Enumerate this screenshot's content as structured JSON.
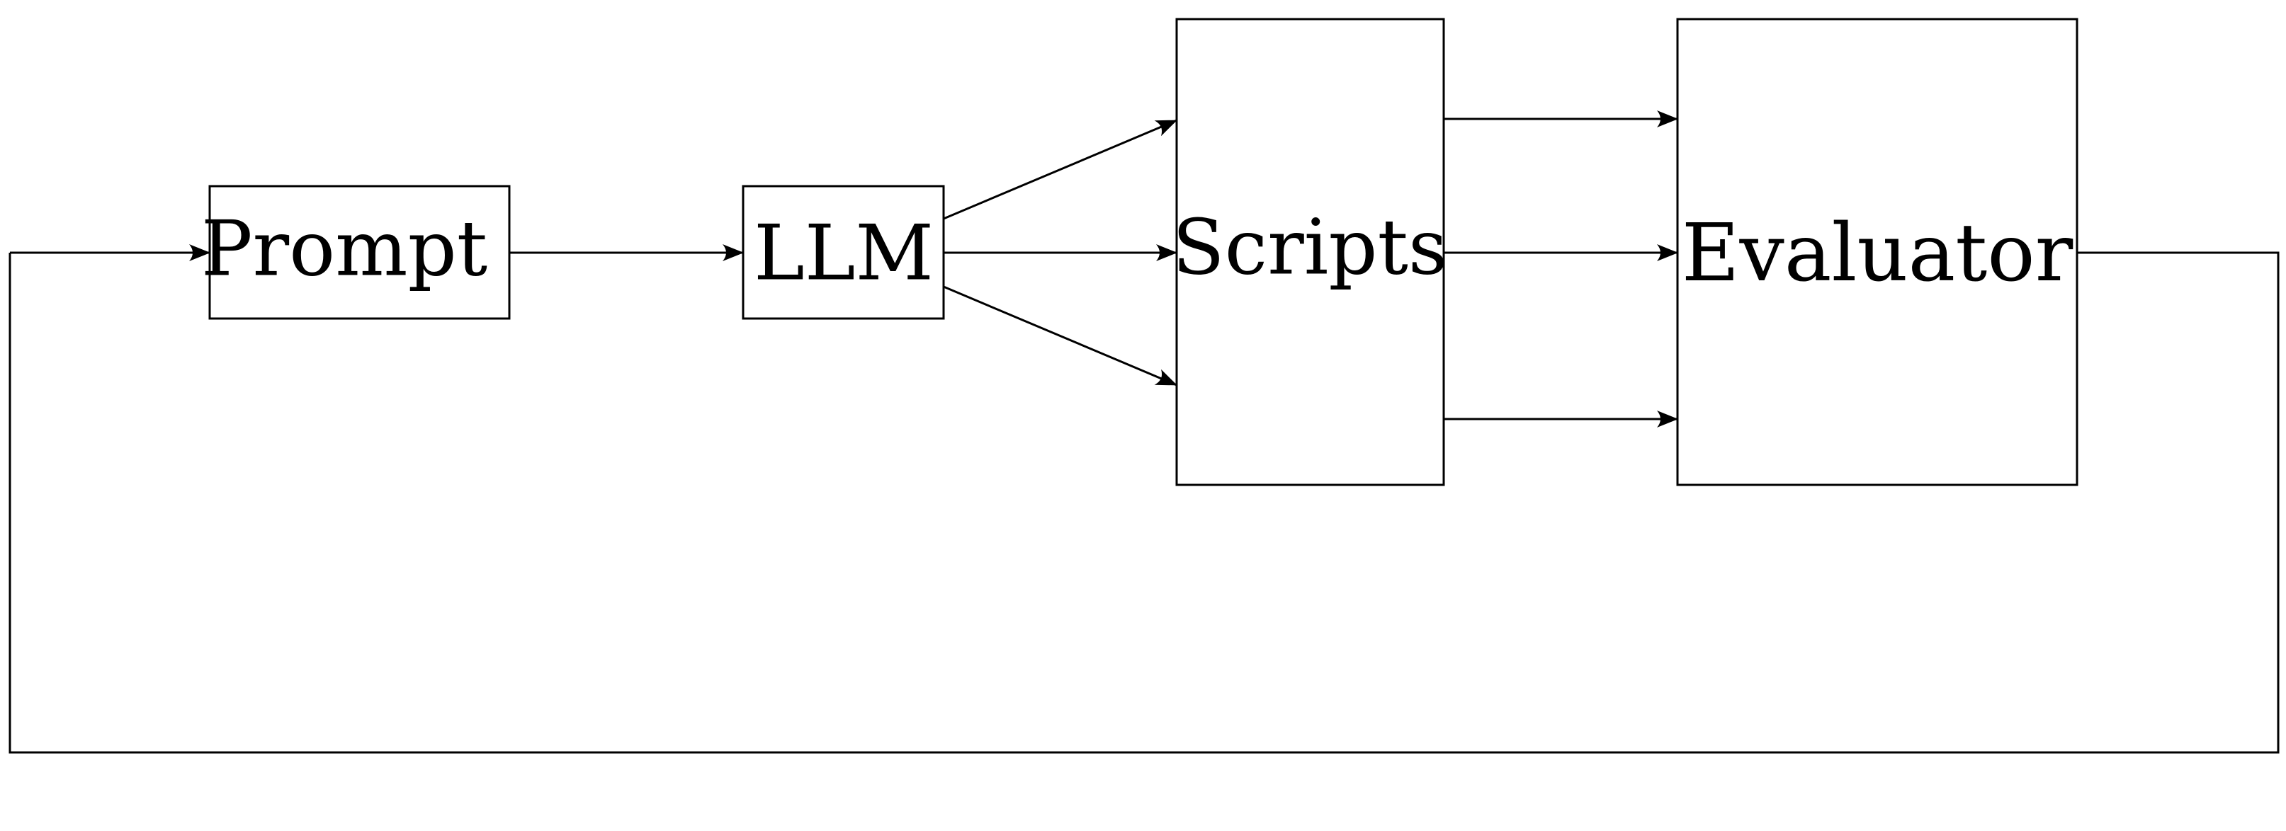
{
  "diagram": {
    "nodes": {
      "prompt": {
        "label": "Prompt"
      },
      "llm": {
        "label": "LLM"
      },
      "scripts": {
        "label": "Scripts"
      },
      "evaluator": {
        "label": "Evaluator"
      }
    },
    "edges": [
      {
        "from": "prompt",
        "to": "llm"
      },
      {
        "from": "llm",
        "to": "scripts"
      },
      {
        "from": "llm",
        "to": "scripts"
      },
      {
        "from": "llm",
        "to": "scripts"
      },
      {
        "from": "scripts",
        "to": "evaluator"
      },
      {
        "from": "scripts",
        "to": "evaluator"
      },
      {
        "from": "scripts",
        "to": "evaluator"
      },
      {
        "from": "evaluator",
        "to": "prompt"
      }
    ]
  }
}
